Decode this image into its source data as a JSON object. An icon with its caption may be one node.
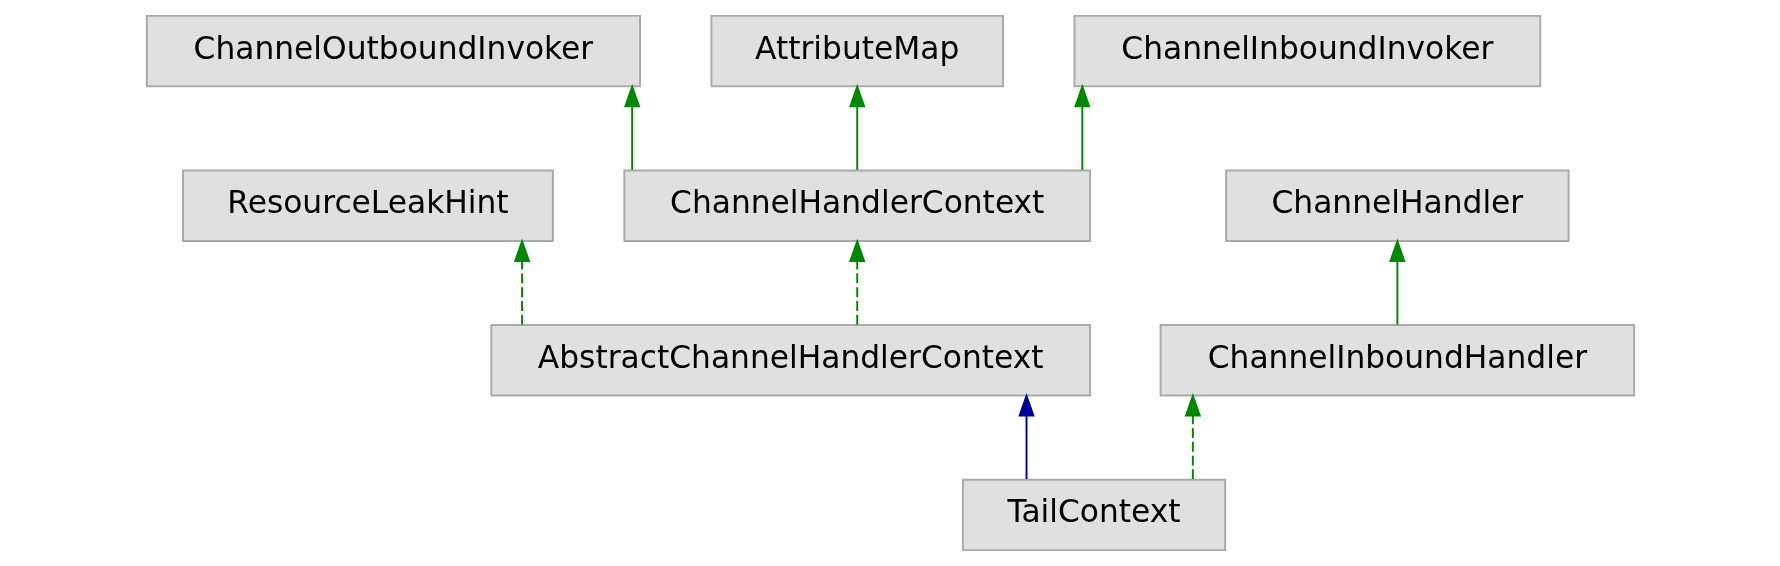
{
  "diagram": {
    "nodes": [
      {
        "text": [
          "ChannelOutboundInvoker"
        ]
      },
      {
        "text": [
          "AttributeMap"
        ]
      },
      {
        "text": [
          "ChannelInboundInvoker"
        ]
      },
      {
        "text": [
          "ResourceLeakHint"
        ]
      },
      {
        "text": [
          "ChannelHandlerContext"
        ]
      },
      {
        "text": [
          "ChannelHandler"
        ]
      },
      {
        "text": [
          "AbstractChannelHandlerContext"
        ]
      },
      {
        "text": [
          "ChannelInboundHandler"
        ]
      },
      {
        "text": [
          "TailContext"
        ]
      }
    ],
    "edges": [
      {
        "from": 4,
        "to": 0,
        "arrow": "to"
      },
      {
        "from": 4,
        "to": 1,
        "arrow": "to"
      },
      {
        "from": 4,
        "to": 2,
        "arrow": "to"
      },
      {
        "from": 6,
        "to": 3,
        "arrow": "to",
        "style": "dashed"
      },
      {
        "from": 6,
        "to": 4,
        "arrow": "to",
        "style": "dashed"
      },
      {
        "from": 7,
        "to": 5,
        "arrow": "to"
      },
      {
        "from": 8,
        "to": 6,
        "arrow": "to",
        "color": "#000099"
      },
      {
        "from": 8,
        "to": 7,
        "arrow": "to",
        "style": "dashed"
      }
    ]
  }
}
